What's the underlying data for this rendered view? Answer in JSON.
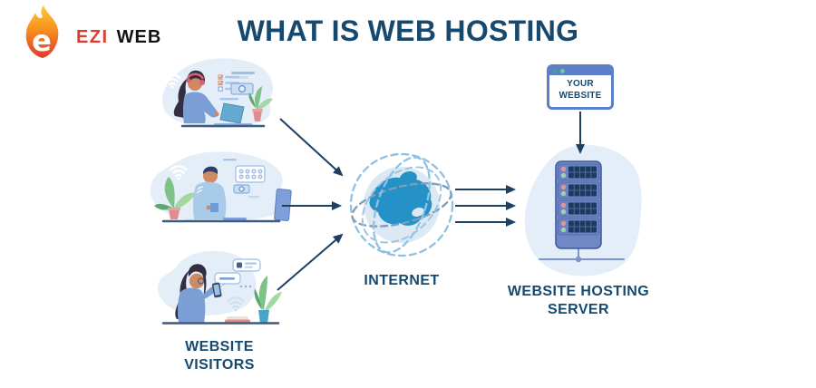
{
  "logo": {
    "brand_primary": "EZI",
    "brand_secondary": "WEB",
    "flame_letter": "e"
  },
  "title": "WHAT IS WEB HOSTING",
  "labels": {
    "visitors": "WEBSITE VISITORS",
    "internet": "INTERNET",
    "server": "WEBSITE HOSTING SERVER",
    "browser_window": "YOUR WEBSITE"
  },
  "icons": {
    "flame-logo-icon": "flame containing letter e",
    "wifi-icon": "wifi signal arcs",
    "globe-icon": "globe with dashed orbit rings",
    "server-rack-icon": "four-unit server rack with status lights",
    "browser-window-icon": "browser frame with two titlebar dots",
    "arrow-icon": "solid navy connector arrow"
  },
  "colors": {
    "title_navy": "#17496f",
    "arrow_navy": "#1f3f61",
    "blob_light_blue": "#e4eef8",
    "globe_blue": "#2492c7",
    "globe_sphere": "#dce8f4",
    "server_blue": "#7089c6",
    "server_panel_navy": "#1d3a5e",
    "browser_frame_blue": "#5b7fc8",
    "status_pink": "#e0949c",
    "status_green": "#9fd3a4",
    "logo_red": "#e03a2f",
    "logo_orange": "#f6921e",
    "logo_yellow": "#fcc93d",
    "plant_green": "#7fc287",
    "desk_navy": "#3d5a80"
  }
}
